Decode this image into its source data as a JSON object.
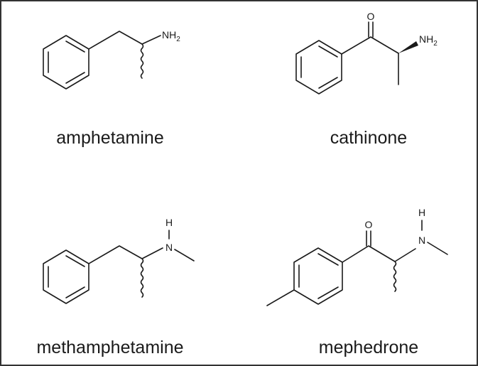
{
  "molecules": [
    {
      "name": "amphetamine",
      "amine": "NH",
      "amine_sub": "2"
    },
    {
      "name": "cathinone",
      "carbonyl": "O",
      "amine": "NH",
      "amine_sub": "2"
    },
    {
      "name": "methamphetamine",
      "amine_h": "H",
      "amine": "N"
    },
    {
      "name": "mephedrone",
      "carbonyl": "O",
      "amine_h": "H",
      "amine": "N"
    }
  ],
  "style": {
    "ink": "#1a1a1a",
    "frame": "#333333",
    "background": "#ffffff"
  }
}
